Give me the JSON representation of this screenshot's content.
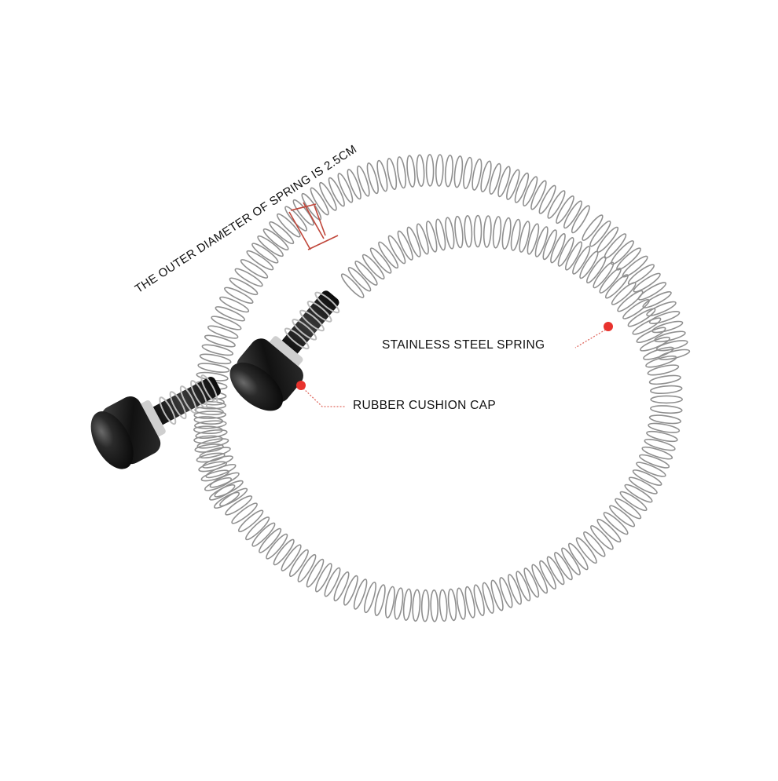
{
  "annotations": {
    "spring_label": "STAINLESS STEEL SPRING",
    "cap_label": "RUBBER CUSHION CAP",
    "diameter_label": "THE OUTER DIAMETER OF SPRING IS 2.5CM"
  },
  "colors": {
    "background": "#ffffff",
    "callout_dot": "#e8332e",
    "leader_line": "#e06b62",
    "dimension_marker": "#c0463a",
    "spring_wire": "#8f8f8f",
    "cap_body": "#151515"
  },
  "icons": {
    "callout_marker": "red-dot-icon"
  }
}
